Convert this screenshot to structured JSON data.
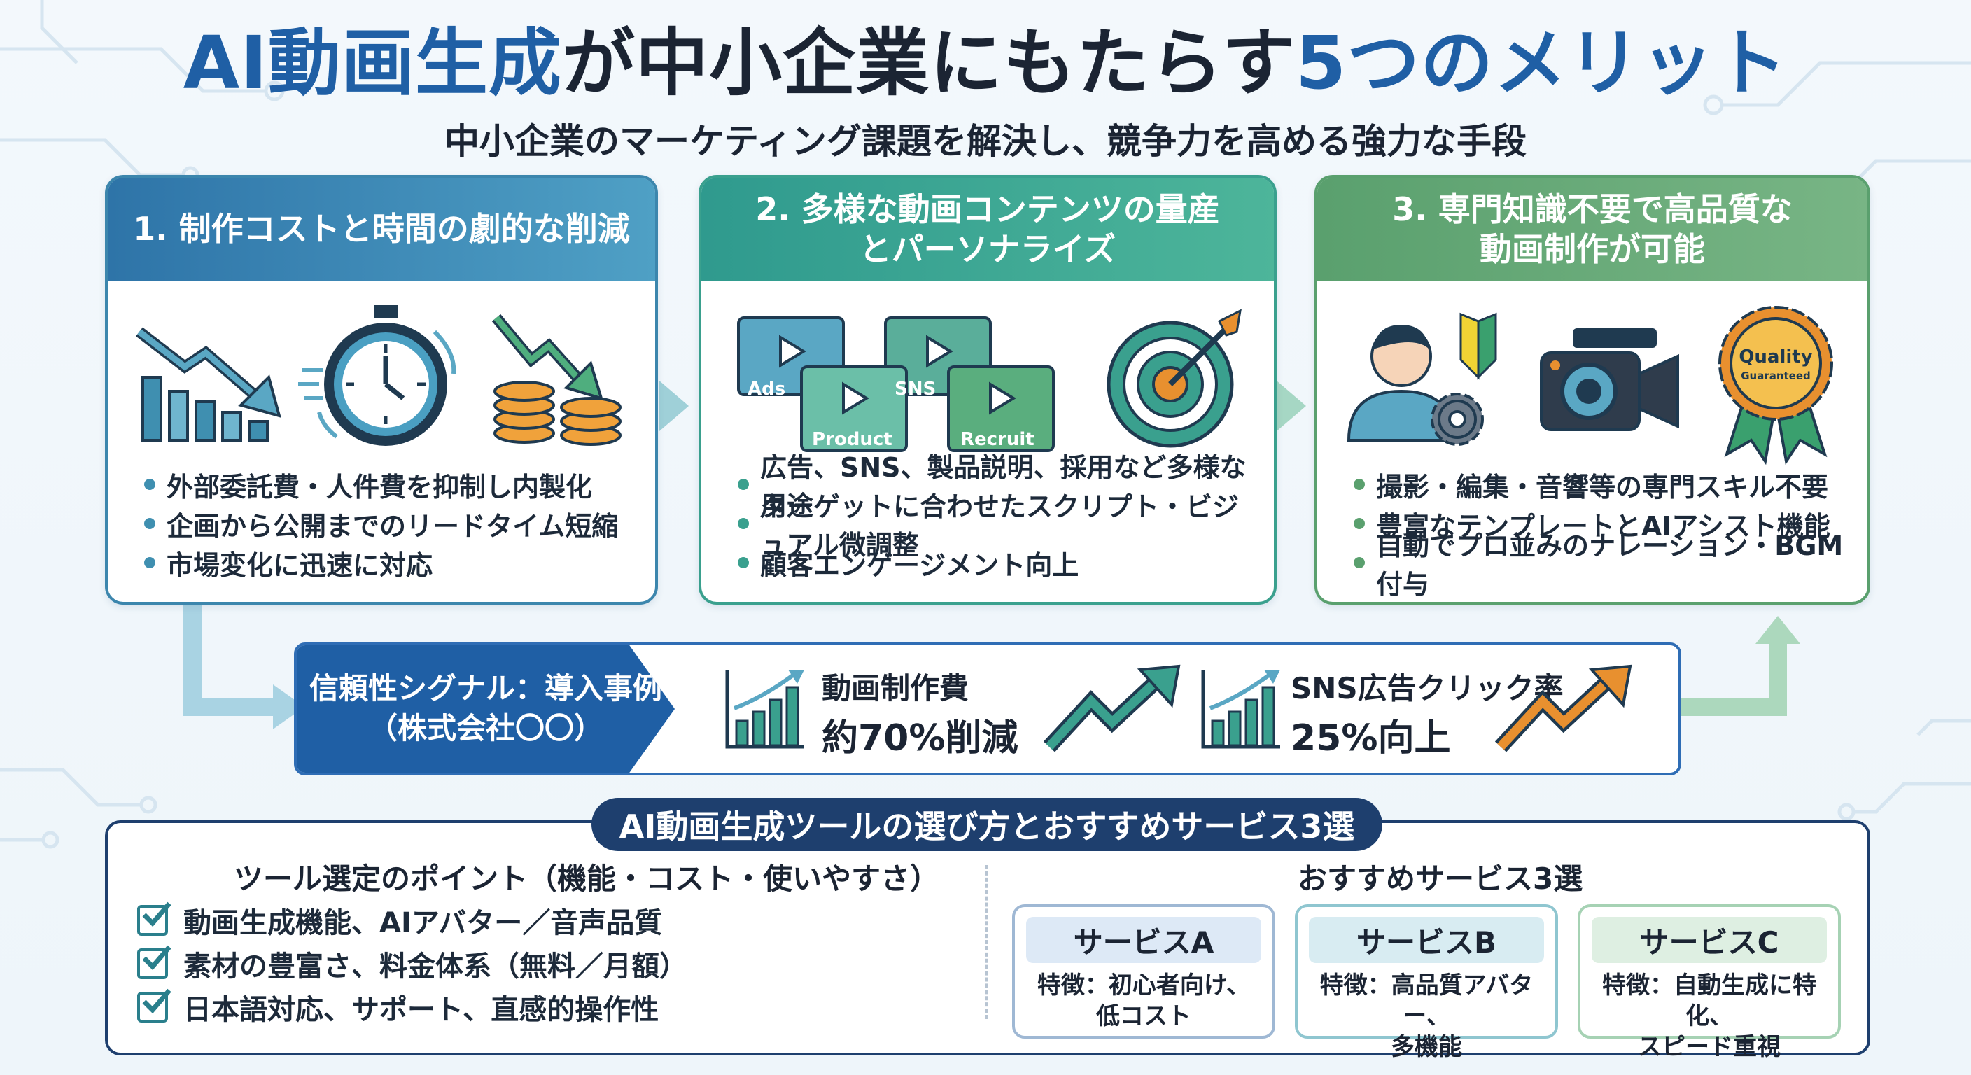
{
  "title_part1": "AI動画生成",
  "title_part2": "が中小企業にもたらす",
  "title_part3": "5つのメリット",
  "subtitle": "中小企業のマーケティング課題を解決し、競争力を高める強力な手段",
  "colors": {
    "blue": "#1f5fa5",
    "teal": "#3aa088",
    "green": "#5aa06e",
    "navy": "#1e3f6e",
    "orange": "#e8902f"
  },
  "cards": [
    {
      "title_lines": [
        "1. 制作コストと時間の劇的な削減"
      ],
      "icons": [
        "chart-down-icon",
        "stopwatch-icon",
        "coins-down-icon"
      ],
      "bullets": [
        "外部委託費・人件費を抑制し内製化",
        "企画から公開までのリードタイム短縮",
        "市場変化に迅速に対応"
      ]
    },
    {
      "title_lines": [
        "2. 多様な動画コンテンツの量産",
        "とパーソナライズ"
      ],
      "icons": [
        "video-tiles-icon",
        "target-icon"
      ],
      "video_labels": [
        "Ads",
        "SNS",
        "Product",
        "Recruit"
      ],
      "bullets": [
        "広告、SNS、製品説明、採用など多様な用途",
        "ターゲットに合わせたスクリプト・ビジュアル微調整",
        "顧客エンゲージメント向上"
      ]
    },
    {
      "title_lines": [
        "3. 専門知識不要で高品質な",
        "動画制作が可能"
      ],
      "icons": [
        "user-gear-icon",
        "beginner-mark-icon",
        "video-camera-icon",
        "quality-badge-icon"
      ],
      "badge_lines": [
        "Quality",
        "Guaranteed"
      ],
      "bullets": [
        "撮影・編集・音響等の専門スキル不要",
        "豊富なテンプレートとAIアシスト機能",
        "自動でプロ並みのナレーション・BGM付与"
      ]
    }
  ],
  "trust": {
    "label_lines": [
      "信頼性シグナル：導入事例",
      "（株式会社〇〇）"
    ],
    "metrics": [
      {
        "label": "動画制作費",
        "value": "約70%削減"
      },
      {
        "label": "SNS広告クリック率",
        "value": "25%向上"
      }
    ]
  },
  "bottom": {
    "tab_title": "AI動画生成ツールの選び方とおすすめサービス3選",
    "left_heading": "ツール選定のポイント（機能・コスト・使いやすさ）",
    "checks": [
      "動画生成機能、AIアバター／音声品質",
      "素材の豊富さ、料金体系（無料／月額）",
      "日本語対応、サポート、直感的操作性"
    ],
    "right_heading": "おすすめサービス3選",
    "services": [
      {
        "name": "サービスA",
        "desc_lines": [
          "特徴：初心者向け、",
          "低コスト"
        ]
      },
      {
        "name": "サービスB",
        "desc_lines": [
          "特徴：高品質アバター、",
          "多機能"
        ]
      },
      {
        "name": "サービスC",
        "desc_lines": [
          "特徴：自動生成に特化、",
          "スピード重視"
        ]
      }
    ]
  }
}
